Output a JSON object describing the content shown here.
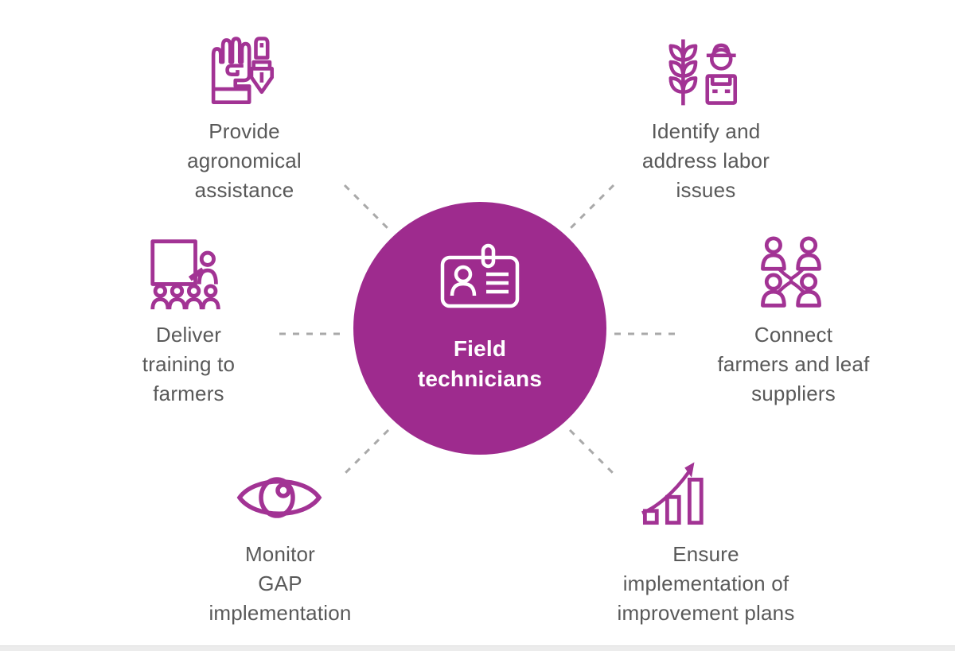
{
  "diagram": {
    "center": {
      "label": "Field\ntechnicians",
      "icon": "id-badge-icon"
    },
    "nodes": [
      {
        "label": "Provide\nagronomical\nassistance",
        "icon": "glove-trowel-icon",
        "position": "top-left"
      },
      {
        "label": "Identify and\naddress labor\nissues",
        "icon": "wheat-farmer-icon",
        "position": "top-right"
      },
      {
        "label": "Deliver\ntraining to\nfarmers",
        "icon": "training-presentation-icon",
        "position": "middle-left"
      },
      {
        "label": "Connect\nfarmers and leaf\nsuppliers",
        "icon": "farmers-network-icon",
        "position": "middle-right"
      },
      {
        "label": "Monitor\nGAP\nimplementation",
        "icon": "eye-icon",
        "position": "bottom-left"
      },
      {
        "label": "Ensure\nimplementation of\nimprovement plans",
        "icon": "growth-chart-icon",
        "position": "bottom-right"
      }
    ],
    "colors": {
      "circle_fill": "#9E2B8E",
      "icon_stroke": "#A23394",
      "label_text": "#595959",
      "connector": "#A9A9A9",
      "footer_bar": "#ECECEC"
    }
  }
}
